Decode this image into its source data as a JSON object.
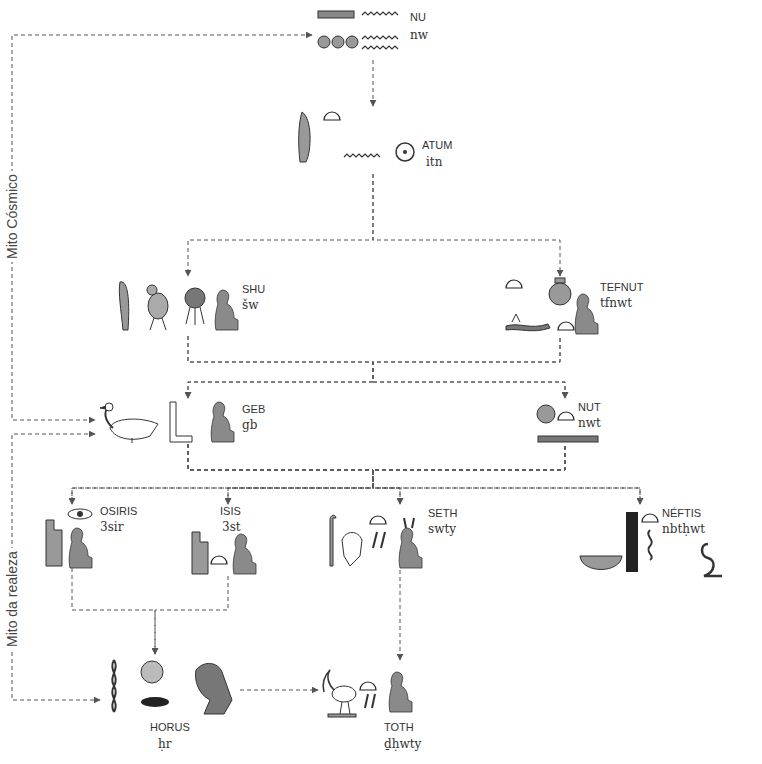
{
  "diagram": {
    "nodes": [
      {
        "text": [
          "NU",
          "nw"
        ]
      },
      {
        "text": [
          "ATUM",
          "itn"
        ]
      },
      {
        "text": [
          "SHU",
          "šw"
        ]
      },
      {
        "text": [
          "TEFNUT",
          "tfnwt"
        ]
      },
      {
        "text": [
          "GEB",
          "gb"
        ]
      },
      {
        "text": [
          "NUT",
          "nwt"
        ]
      },
      {
        "text": [
          "OSIRIS",
          "3sir"
        ]
      },
      {
        "text": [
          "ISIS",
          "3st"
        ]
      },
      {
        "text": [
          "SETH",
          "swty"
        ]
      },
      {
        "text": [
          "NÉFTIS",
          "nbtḥwt"
        ]
      },
      {
        "text": [
          "HORUS",
          "ḥr"
        ]
      },
      {
        "text": [
          "TOTH",
          "ḏḥwty"
        ]
      }
    ],
    "edges": [
      {
        "from": 0,
        "to": 1,
        "arrow": "to"
      },
      {
        "from": 1,
        "to": 2,
        "arrow": "to"
      },
      {
        "from": 1,
        "to": 3,
        "arrow": "to"
      },
      {
        "from": 2,
        "to": 4,
        "arrow": "to"
      },
      {
        "from": 2,
        "to": 5,
        "arrow": "to"
      },
      {
        "from": 3,
        "to": 4,
        "arrow": "to"
      },
      {
        "from": 3,
        "to": 5,
        "arrow": "to"
      },
      {
        "from": 4,
        "to": 6,
        "arrow": "to"
      },
      {
        "from": 4,
        "to": 7,
        "arrow": "to"
      },
      {
        "from": 4,
        "to": 8,
        "arrow": "to"
      },
      {
        "from": 4,
        "to": 9,
        "arrow": "to"
      },
      {
        "from": 5,
        "to": 6,
        "arrow": "to"
      },
      {
        "from": 5,
        "to": 7,
        "arrow": "to"
      },
      {
        "from": 5,
        "to": 8,
        "arrow": "to"
      },
      {
        "from": 5,
        "to": 9,
        "arrow": "to"
      },
      {
        "from": 6,
        "to": 10,
        "arrow": "to"
      },
      {
        "from": 7,
        "to": 10,
        "arrow": "to"
      },
      {
        "from": 8,
        "to": 11,
        "arrow": "to"
      },
      {
        "from": 10,
        "to": 11,
        "arrow": "to"
      },
      {
        "from": 0,
        "to": 4,
        "arrow": "both"
      },
      {
        "from": 4,
        "to": 10,
        "arrow": "both"
      }
    ],
    "labels": [
      "Mito Cósmico",
      "Mito da realeza"
    ]
  }
}
